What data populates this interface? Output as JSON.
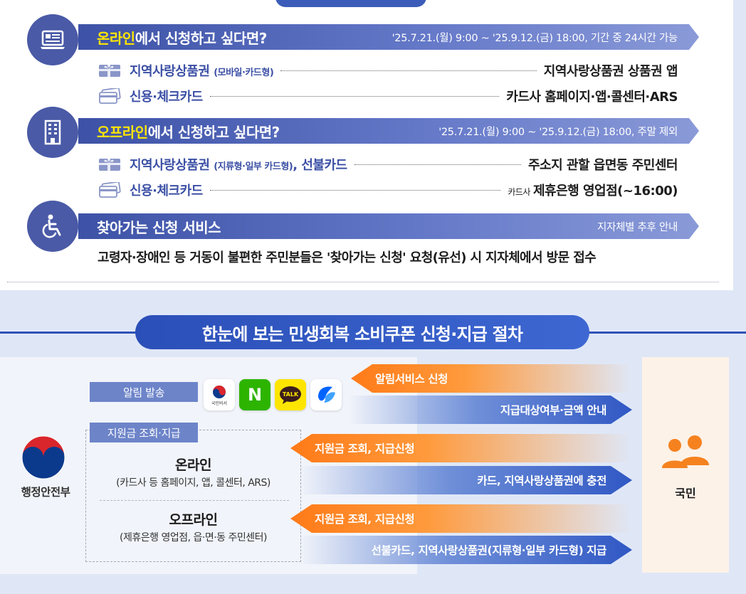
{
  "colors": {
    "banner": "#3d52a6",
    "accent_yellow": "#ffe600",
    "label_blue": "#3b4fa5",
    "orange_arrow": "#ff7a18",
    "blue_arrow": "#3058c4",
    "section_blue": "#2f52b5"
  },
  "online": {
    "title_hl": "온라인",
    "title_rest": "에서 신청하고 싶다면?",
    "period": "'25.7.21.(월) 9:00 ~ '25.9.12.(금) 18:00, 기간 중 24시간 가능",
    "rows": [
      {
        "label": "지역사랑상품권 ",
        "note": "(모바일·카드형)",
        "dest": "지역사랑상품권 상품권 앱",
        "icon": "gift-card-icon"
      },
      {
        "label": "신용·체크카드",
        "note": "",
        "dest": "카드사 홈페이지·앱·콜센터·ARS",
        "icon": "credit-card-icon"
      }
    ]
  },
  "offline": {
    "title_hl": "오프라인",
    "title_rest": "에서 신청하고 싶다면?",
    "period": "'25.7.21.(월) 9:00 ~ '25.9.12.(금) 18:00, 주말 제외",
    "rows": [
      {
        "label": "지역사랑상품권 ",
        "note": "(지류형·일부 카드형)",
        "label2": ", 선불카드",
        "dest": "주소지 관할 읍면동 주민센터",
        "icon": "gift-card-icon"
      },
      {
        "label": "신용·체크카드",
        "note": "",
        "dest_prefix": "카드사",
        "dest": "제휴은행 영업점(~16:00)",
        "icon": "credit-card-icon"
      }
    ]
  },
  "visit": {
    "title": "찾아가는 신청 서비스",
    "period": "지자체별 추후 안내",
    "note": "고령자·장애인 등 거동이 불편한 주민분들은 '찾아가는 신청' 요청(유선) 시 지자체에서 방문 접수"
  },
  "process": {
    "title": "한눈에 보는 민생회복 소비쿠폰 신청·지급 절차",
    "gov": "행정안전부",
    "citizen": "국민",
    "notify_tag": "알림 발송",
    "lookup_tag": "지원금 조회·지급",
    "app_icons": [
      "gov-wallet-app-icon",
      "naver-app-icon",
      "kakaotalk-app-icon",
      "toss-app-icon"
    ],
    "gov_wallet_caption": "국민비서",
    "naver_letter": "N",
    "kakao_text": "TALK",
    "online": {
      "title": "온라인",
      "sub": "(카드사 등 홈페이지, 앱, 콜센터, ARS)"
    },
    "offline": {
      "title": "오프라인",
      "sub": "(제휴은행 영업점, 읍·면·동 주민센터)"
    },
    "arrows": {
      "alert_request": "알림서비스 신청",
      "eligibility_notice": "지급대상여부·금액 안내",
      "online_request": "지원금 조회, 지급신청",
      "online_charge": "카드, 지역사랑상품권에 충전",
      "offline_request": "지원금 조회, 지급신청",
      "offline_pay": "선불카드, 지역사랑상품권(지류형·일부 카드형) 지급"
    }
  }
}
